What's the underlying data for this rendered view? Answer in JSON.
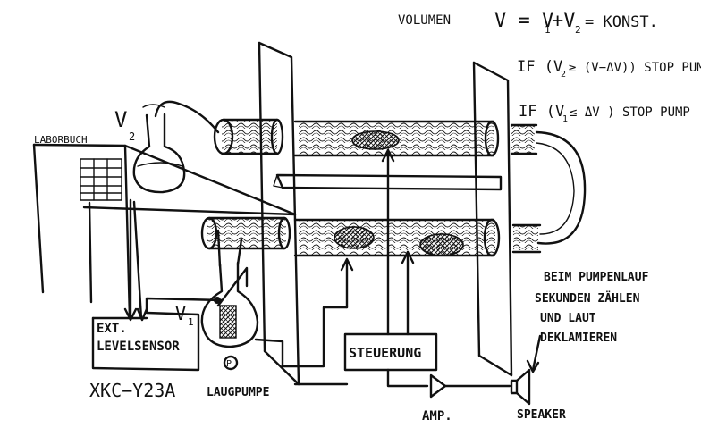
{
  "formulas": {
    "volume_label": "VOLUMEN",
    "volume_eq": "V = V",
    "volume_sub1": "1",
    "volume_plus": "+V",
    "volume_sub2": "2",
    "volume_tail": "= KONST.",
    "rule_1_head": "IF (V",
    "rule_1_sub": "2",
    "rule_1_tail": "≥ (V−ΔV)) STOP PUMP",
    "rule_2_head": "IF (V",
    "rule_2_sub": "1",
    "rule_2_tail": "≤ ΔV ) STOP PUMP"
  },
  "labels": {
    "v2_main": "V",
    "v2_sub": "2",
    "v1_main": "V",
    "v1_sub": "1",
    "laborbuch": "LABORBUCH",
    "ext_sensor_line1": "EXT.",
    "ext_sensor_line2": "LEVELSENSOR",
    "sensor_model": "XKC−Y23A",
    "pump": "LAUGPUMPE",
    "pump_symbol": "P",
    "controller": "STEUERUNG",
    "amp": "AMP.",
    "speaker": "SPEAKER",
    "note_line1": "BEIM PUMPENLAUF",
    "note_line2": "SEKUNDEN ZÄHLEN",
    "note_line3": "UND LAUT",
    "note_line4": "DEKLAMIEREN"
  }
}
